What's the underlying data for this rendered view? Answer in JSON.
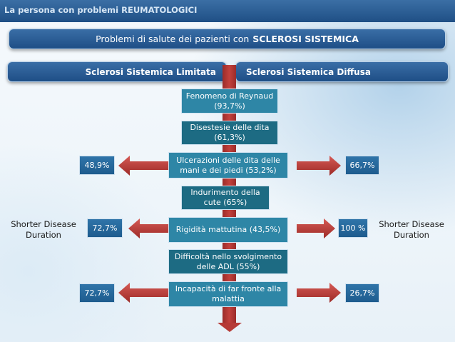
{
  "header": {
    "title": "La persona con problemi REUMATOLOGICI"
  },
  "banner": {
    "prefix": "Problemi di salute dei pazienti con",
    "bold": "SCLEROSI SISTEMICA"
  },
  "subtypes": {
    "left": "Sclerosi Sistemica Limitata",
    "right": "Sclerosi Sistemica Diffusa"
  },
  "symptoms": [
    "Fenomeno di Reynaud (93,7%)",
    "Disestesie delle dita (61,3%)",
    "Ulcerazioni delle dita delle mani e dei piedi (53,2%)",
    "Indurimento della cute (65%)",
    "Rigidità mattutina (43,5%)",
    "Difficoltà nello svolgimento delle ADL (55%)",
    "Incapacità di far fronte alla malattia"
  ],
  "comparisons": [
    {
      "left": "48,9%",
      "right": "66,7%"
    },
    {
      "left": "72,7%",
      "right": "100 %"
    },
    {
      "left": "72,7%",
      "right": "26,7%"
    }
  ],
  "side_labels": {
    "left": "Shorter Disease Duration",
    "right": "Shorter Disease Duration"
  },
  "colors": {
    "header_blue": "#1f4f85",
    "symptom_teal": "#1d6b83",
    "arrow_red": "#b63a36"
  }
}
